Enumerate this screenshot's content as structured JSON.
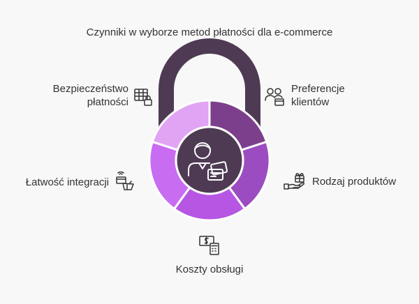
{
  "title": "Czynniki w wyborze metod płatności dla e-commerce",
  "factors": [
    {
      "name": "Bezpieczeństwo płatności",
      "line1": "Bezpieczeństwo",
      "line2": "płatności",
      "icon": "secure-grid-lock-icon",
      "color": "#e1a3f3"
    },
    {
      "name": "Preferencje klientów",
      "line1": "Preferencje",
      "line2": "klientów",
      "icon": "customers-card-icon",
      "color": "#7b3f8c"
    },
    {
      "name": "Rodzaj produktów",
      "line1": "Rodzaj produktów",
      "icon": "hand-gift-icon",
      "color": "#9b4cc0"
    },
    {
      "name": "Koszty obsługi",
      "line1": "Koszty obsługi",
      "icon": "money-calculator-icon",
      "color": "#b656e2"
    },
    {
      "name": "Łatwość integracji",
      "line1": "Łatwość integracji",
      "icon": "card-basket-icon",
      "color": "#c86cf2"
    }
  ],
  "colors": {
    "shackle": "#4e3b53",
    "center": "#4e3b53",
    "line": "#333333"
  },
  "center_icon": "person-payment-icon"
}
